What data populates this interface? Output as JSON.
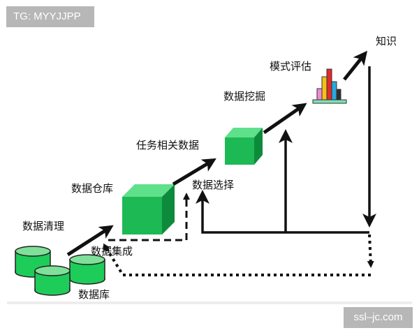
{
  "watermarks": {
    "top_left": "TG: MYYJJPP",
    "bottom_right": "ssl–jc.com"
  },
  "labels": {
    "database": "数据库",
    "data_cleaning": "数据清理",
    "data_warehouse": "数据仓库",
    "data_integration": "数据集成",
    "task_related_data": "任务相关数据",
    "data_selection": "数据选择",
    "data_mining": "数据挖掘",
    "pattern_evaluation": "模式评估",
    "knowledge": "知识"
  },
  "colors": {
    "cube_front": "#1db954",
    "cube_top": "#5fe08a",
    "cube_side": "#0e8a3c",
    "cylinder": "#1ecc5a",
    "arrow": "#111111",
    "bar_colors": [
      "#f08ad6",
      "#f2c21a",
      "#e22a2a",
      "#27a9e0",
      "#2f2f2f"
    ],
    "platform": "#7fe0b4"
  }
}
